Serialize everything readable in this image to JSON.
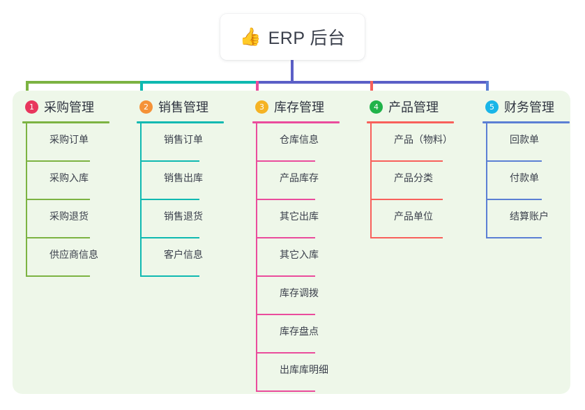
{
  "root": {
    "icon": "thumbs-up-icon",
    "icon_glyph": "👍",
    "title": "ERP 后台"
  },
  "theme": {
    "canvas_bg": "#ffffff",
    "panel_bg": "#eef7e9",
    "root_bg": "#ffffff",
    "text": "#3a3f4b",
    "bus_left_green": "#7cb342",
    "bus_mid_teal": "#0fb9b1",
    "bus_right_indigo": "#5b5fc7",
    "root_stem": "#5b5fc7"
  },
  "columns": [
    {
      "number": "1",
      "title": "采购管理",
      "badge_color": "#e8365d",
      "line_color": "#7cb342",
      "drop_color": "#7cb342",
      "items": [
        "采购订单",
        "采购入库",
        "采购退货",
        "供应商信息"
      ]
    },
    {
      "number": "2",
      "title": "销售管理",
      "badge_color": "#f59237",
      "line_color": "#0fb9b1",
      "drop_color": "#0fb9b1",
      "items": [
        "销售订单",
        "销售出库",
        "销售退货",
        "客户信息"
      ]
    },
    {
      "number": "3",
      "title": "库存管理",
      "badge_color": "#f5b324",
      "line_color": "#ea4c9c",
      "drop_color": "#ea4c9c",
      "items": [
        "仓库信息",
        "产品库存",
        "其它出库",
        "其它入库",
        "库存调拨",
        "库存盘点",
        "出库库明细"
      ]
    },
    {
      "number": "4",
      "title": "产品管理",
      "badge_color": "#21b34a",
      "line_color": "#f8605b",
      "drop_color": "#f8605b",
      "items": [
        "产品（物料）",
        "产品分类",
        "产品单位"
      ]
    },
    {
      "number": "5",
      "title": "财务管理",
      "badge_color": "#19b5e8",
      "line_color": "#5b7fd4",
      "drop_color": "#5b7fd4",
      "items": [
        "回款单",
        "付款单",
        "结算账户"
      ]
    }
  ]
}
